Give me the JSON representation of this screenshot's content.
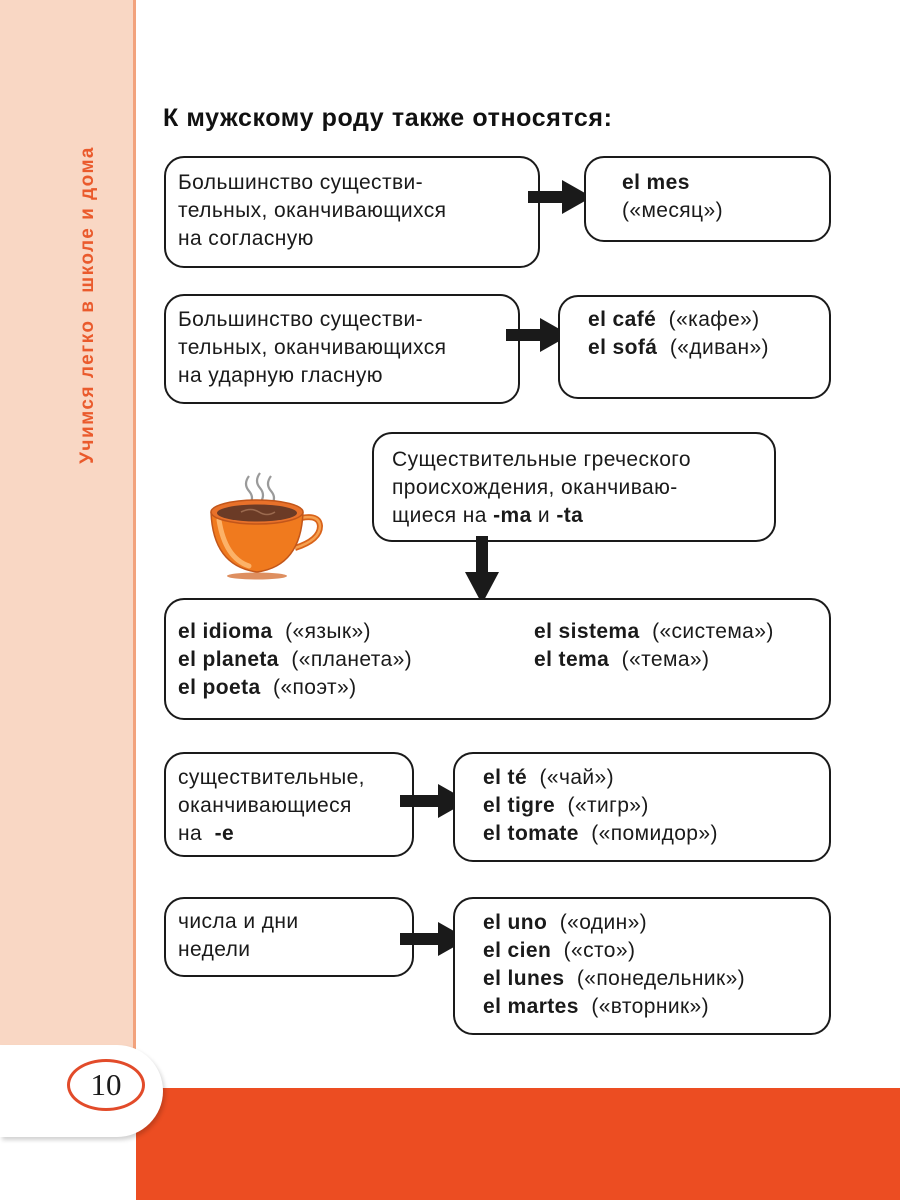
{
  "sidebar": {
    "text": "Учимся легко в школе и дома"
  },
  "heading": "К мужскому роду также относятся:",
  "rules": [
    {
      "condition_lines": [
        "Большинство существи-",
        "тельных, оканчивающихся",
        "на согласную"
      ],
      "examples": [
        {
          "word": "el mes",
          "gloss": ""
        },
        {
          "word": "",
          "gloss": "(«месяц»)"
        }
      ]
    },
    {
      "condition_lines": [
        "Большинство существи-",
        "тельных, оканчивающихся",
        "на ударную гласную"
      ],
      "examples": [
        {
          "word": "el café",
          "gloss": "(«кафе»)"
        },
        {
          "word": "el sofá",
          "gloss": "(«диван»)"
        }
      ]
    },
    {
      "condition_lines": [
        "Существительные греческого",
        "происхождения, оканчиваю-"
      ],
      "condition_last": {
        "pre": "щиеся на",
        "suffix1": "-ma",
        "mid": "и",
        "suffix2": "-ta"
      },
      "examples_left": [
        {
          "word": "el idioma",
          "gloss": "(«язык»)"
        },
        {
          "word": "el planeta",
          "gloss": "(«планета»)"
        },
        {
          "word": "el poeta",
          "gloss": "(«поэт»)"
        }
      ],
      "examples_right": [
        {
          "word": "el sistema",
          "gloss": "(«система»)"
        },
        {
          "word": "el tema",
          "gloss": "(«тема»)"
        }
      ]
    },
    {
      "condition_lines": [
        "существительные,",
        "оканчивающиеся"
      ],
      "condition_last": {
        "pre": "на",
        "suffix1": "-e"
      },
      "examples": [
        {
          "word": "el té",
          "gloss": "(«чай»)"
        },
        {
          "word": "el tigre",
          "gloss": "(«тигр»)"
        },
        {
          "word": "el tomate",
          "gloss": "(«помидор»)"
        }
      ]
    },
    {
      "condition_lines": [
        "числа и дни",
        "недели"
      ],
      "examples": [
        {
          "word": "el uno",
          "gloss": "(«один»)"
        },
        {
          "word": "el cien",
          "gloss": "(«сто»)"
        },
        {
          "word": "el lunes",
          "gloss": "(«понедельник»)"
        },
        {
          "word": "el martes",
          "gloss": "(«вторник»)"
        }
      ]
    }
  ],
  "page_number": "10",
  "colors": {
    "accent": "#ec4d22",
    "sidebar": "#f9d7c4",
    "cup": "#f07a1e"
  },
  "icons": {
    "illustration": "coffee-cup-icon",
    "arrow": "arrow-right-icon"
  }
}
